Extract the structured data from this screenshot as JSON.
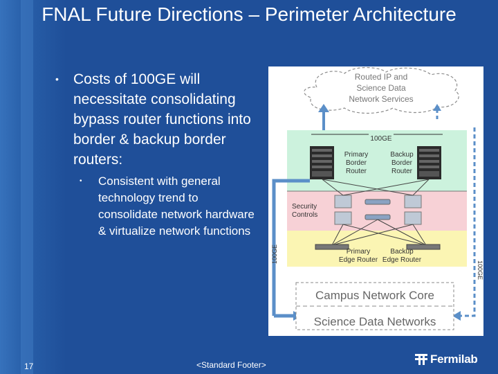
{
  "slide": {
    "title": "FNAL Future Directions – Perimeter Architecture",
    "bullet1": "Costs of 100GE will necessitate consolidating bypass router functions into border & backup border routers:",
    "bullet2": "Consistent with general technology trend to consolidate network hardware & virtualize network functions",
    "bullet_glyph": "•",
    "slide_number": "17",
    "footer": "<Standard Footer>",
    "logo_text": "Fermilab"
  },
  "diagram": {
    "cloud_label": "Routed IP and Science Data Network Services",
    "cloud_lines": [
      "Routed IP and",
      "Science Data",
      "Network Services"
    ],
    "link_top": "100GE",
    "link_left": "100GE",
    "link_right": "100GE",
    "primary_border": [
      "Primary",
      "Border",
      "Router"
    ],
    "backup_border": [
      "Backup",
      "Border",
      "Router"
    ],
    "security": [
      "Security",
      "Controls"
    ],
    "primary_edge": [
      "Primary",
      "Edge Router"
    ],
    "backup_edge": [
      "Backup",
      "Edge Router"
    ],
    "campus": "Campus Network Core",
    "science": "Science Data Networks",
    "colors": {
      "border_zone": "#ccf2dd",
      "security_zone": "#f7d1d6",
      "edge_zone": "#fbf5b3",
      "arrow": "#5b8fc8",
      "background": "#1f4f99"
    }
  }
}
